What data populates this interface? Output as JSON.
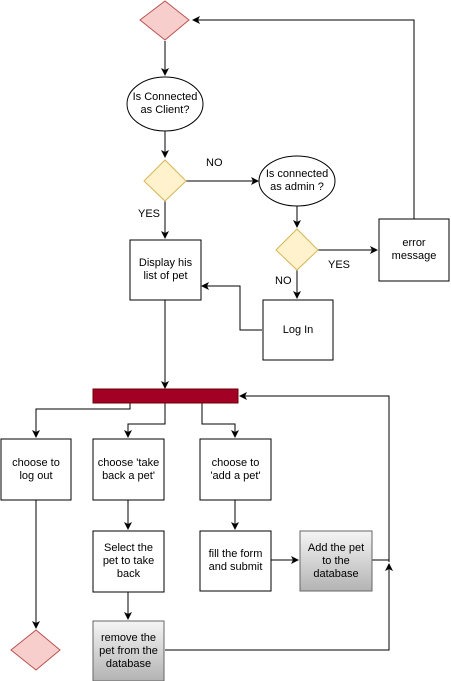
{
  "nodes": {
    "client_question": "Is Connected\nas Client?",
    "admin_question": "Is connected\nas admin ?",
    "error_message": "error\nmessage",
    "display_list": "Display his\nlist of pet",
    "login": "Log In",
    "choose_logout": "choose to\nlog out",
    "choose_take_back": "choose 'take\nback a pet'",
    "choose_add": "choose to\n'add a pet'",
    "select_pet": "Select the\npet to take\nback",
    "fill_form": "fill the form\nand submit",
    "add_to_db": "Add the pet\nto the\ndatabase",
    "remove_from_db": "remove the\npet from the\ndatabase"
  },
  "edge_labels": {
    "no_client": "NO",
    "yes_client": "YES",
    "yes_admin": "YES",
    "no_admin": "NO"
  },
  "colors": {
    "terminal_fill": "#f8cecc",
    "terminal_stroke": "#b85450",
    "decision_fill": "#fff2cc",
    "decision_stroke": "#d6b656",
    "fork_bar": "#a20025",
    "db_gradient_top": "#f5f5f5",
    "db_gradient_bottom": "#b3b3b3"
  }
}
